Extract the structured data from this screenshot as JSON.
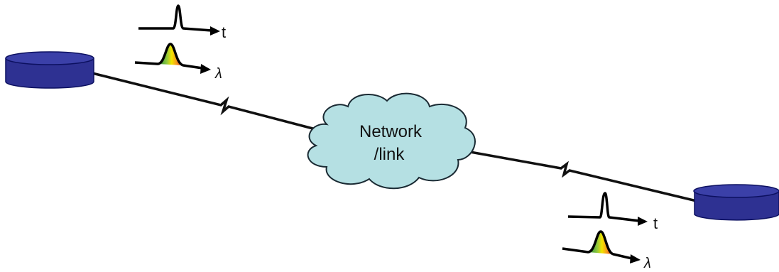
{
  "diagram": {
    "cloud_label": {
      "line1": "Network",
      "line2": "/link"
    },
    "pulse_top": {
      "time_axis_label": "t",
      "wavelength_axis_label": "λ"
    },
    "pulse_bottom": {
      "time_axis_label": "t",
      "wavelength_axis_label": "λ"
    },
    "colors": {
      "node_fill": "#2e3192",
      "node_stroke": "#0c1060",
      "cloud_fill": "#b5e0e3",
      "cloud_stroke": "#1a2a33",
      "link": "#111111"
    }
  }
}
